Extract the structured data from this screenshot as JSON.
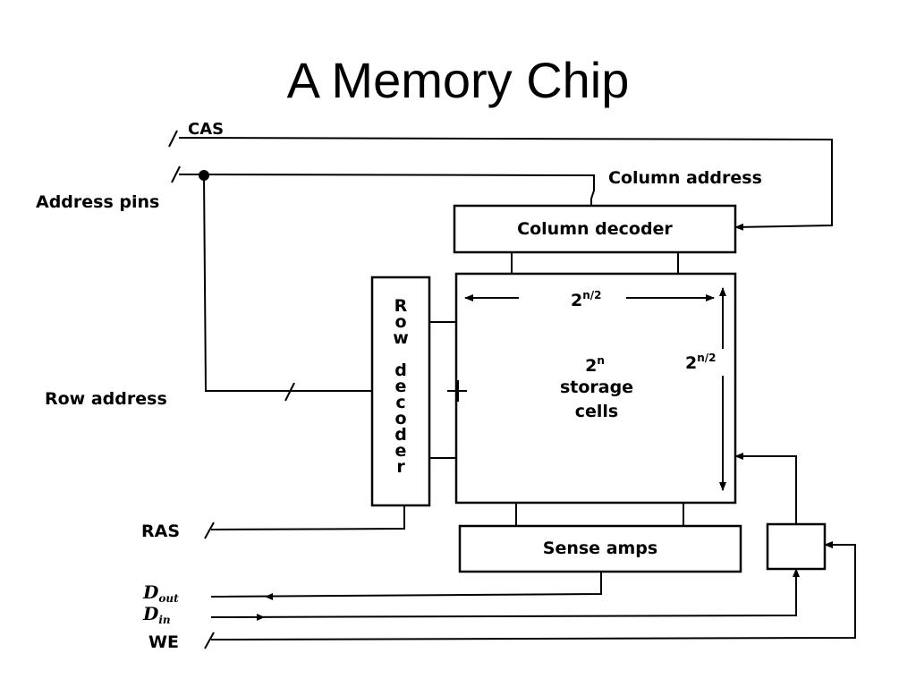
{
  "title": "A Memory Chip",
  "signals": {
    "cas": "CAS",
    "address_pins": "Address pins",
    "column_address": "Column address",
    "row_address": "Row address",
    "ras": "RAS",
    "dout_base": "D",
    "dout_sub": "out",
    "din_base": "D",
    "din_sub": "in",
    "we": "WE"
  },
  "blocks": {
    "column_decoder": "Column decoder",
    "row_decoder_letters": [
      "R",
      "o",
      "w",
      "d",
      "e",
      "c",
      "o",
      "d",
      "e",
      "r"
    ],
    "storage_line1": "2",
    "storage_line1_exp": "n",
    "storage_line2": "storage",
    "storage_line3": "cells",
    "sense_amps": "Sense amps"
  },
  "dimensions": {
    "width_base": "2",
    "width_exp": "n/2",
    "height_base": "2",
    "height_exp": "n/2"
  }
}
